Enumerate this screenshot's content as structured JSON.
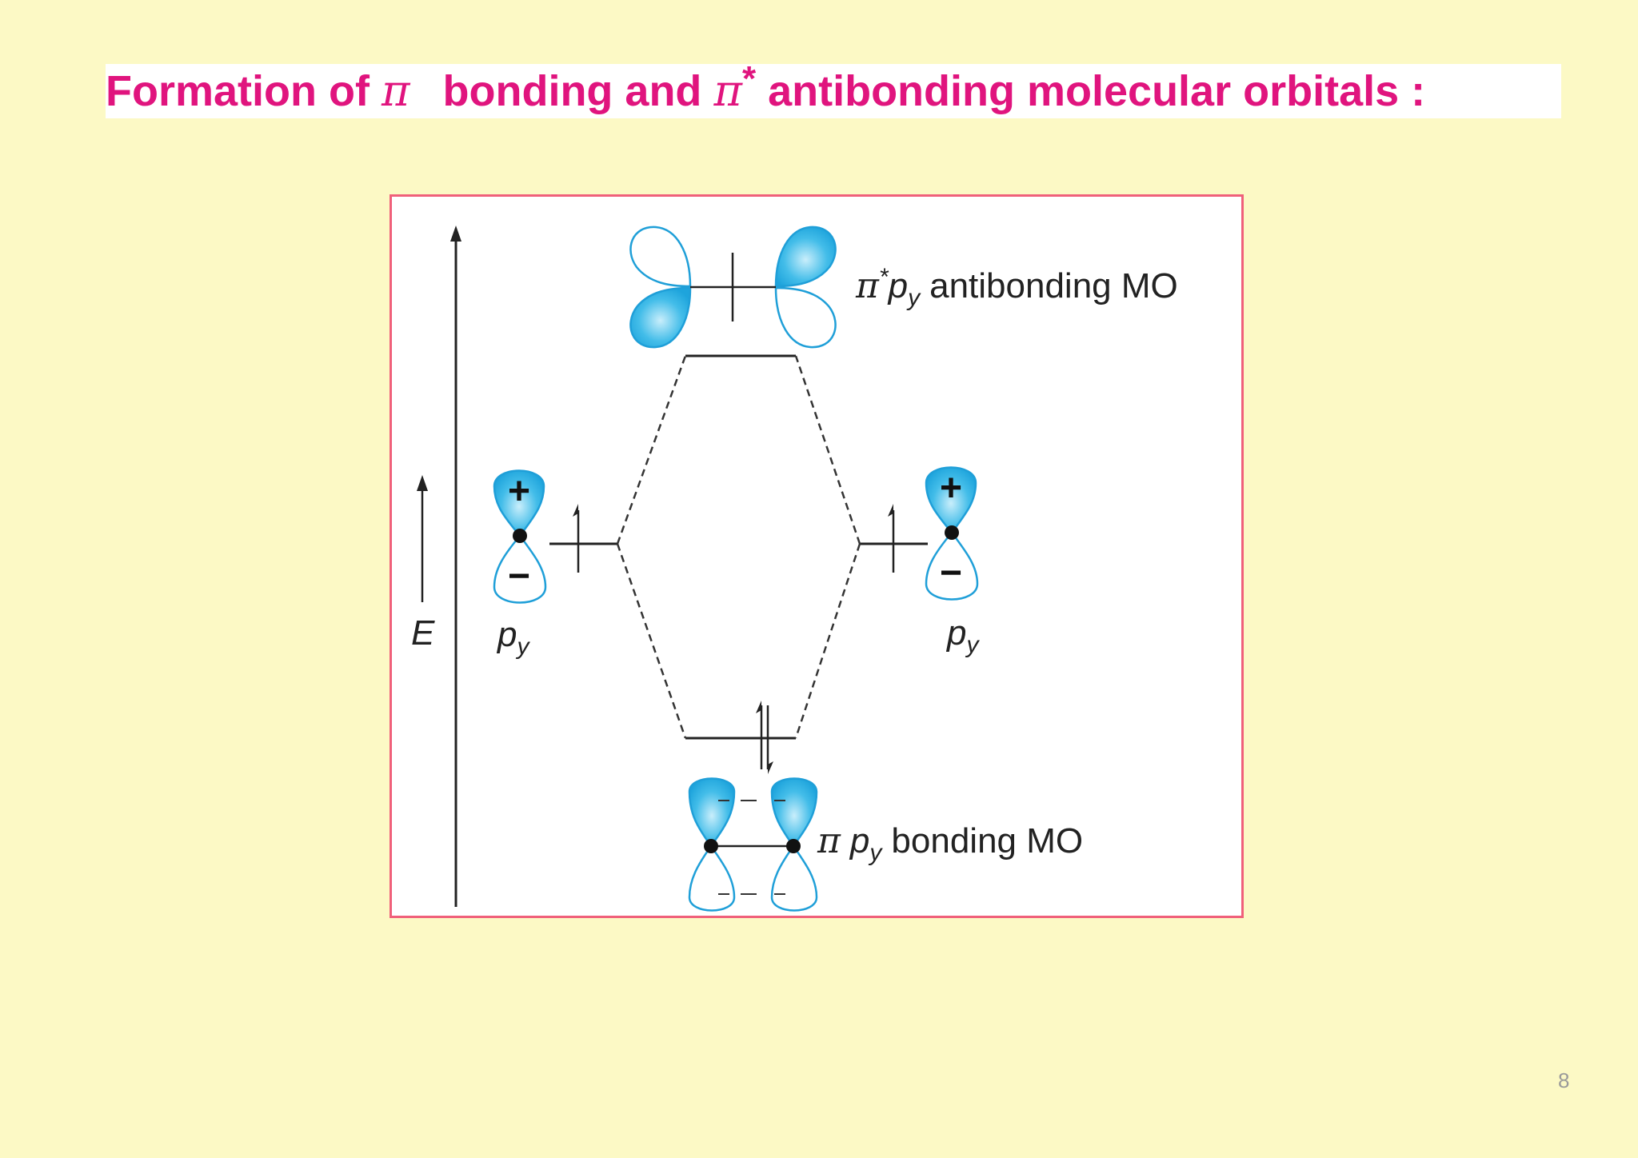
{
  "title": {
    "part1": "Formation of",
    "pi": "π",
    "part2": "bonding and",
    "pi_star": "π",
    "star": "*",
    "part3": "antibonding molecular orbitals :"
  },
  "diagram": {
    "energy_axis_label": "E",
    "antibonding_label": {
      "pi": "π",
      "star": "*",
      "p": "p",
      "sub": "y",
      "text": "antibonding MO"
    },
    "bonding_label": {
      "pi": "π",
      "p": "p",
      "sub": "y",
      "text": "bonding MO"
    },
    "left_atomic_orbital": {
      "p": "p",
      "sub": "y",
      "plus": "+",
      "minus": "−"
    },
    "right_atomic_orbital": {
      "p": "p",
      "sub": "y",
      "plus": "+",
      "minus": "−"
    },
    "colors": {
      "lobe_fill": "#2bb2e6",
      "lobe_stroke": "#1f9fd8",
      "title": "#e0147e",
      "panel_border": "#f0607a"
    }
  },
  "page_number": "8"
}
